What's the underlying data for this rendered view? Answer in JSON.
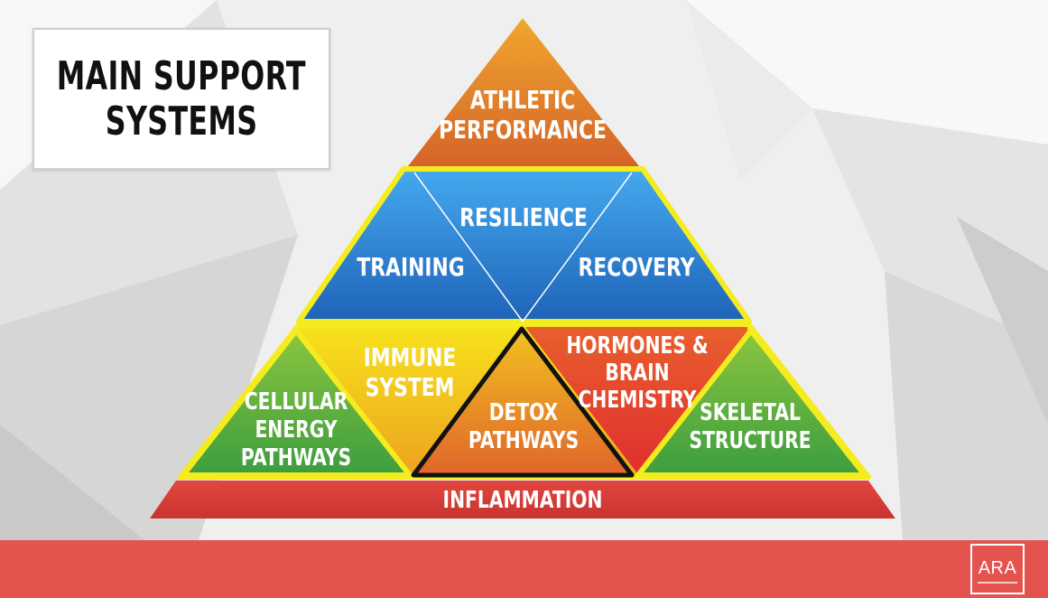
{
  "title": {
    "line1": "MAIN SUPPORT",
    "line2": "SYSTEMS"
  },
  "pyramid": {
    "top": {
      "line1": "ATHLETIC",
      "line2": "PERFORMANCE"
    },
    "middle": {
      "left": "TRAINING",
      "center": "RESILIENCE",
      "right": "RECOVERY"
    },
    "lower": {
      "cellular": {
        "line1": "CELLULAR",
        "line2": "ENERGY",
        "line3": "PATHWAYS"
      },
      "immune": {
        "line1": "IMMUNE",
        "line2": "SYSTEM"
      },
      "detox": {
        "line1": "DETOX",
        "line2": "PATHWAYS"
      },
      "hormones": {
        "line1": "HORMONES &",
        "line2": "BRAIN",
        "line3": "CHEMISTRY"
      },
      "skeletal": {
        "line1": "SKELETAL",
        "line2": "STRUCTURE"
      }
    },
    "base": "INFLAMMATION"
  },
  "logo": {
    "text": "ARA"
  },
  "colors": {
    "footer": "#e5534f",
    "orange": "#e0782a",
    "blue": "#2f86d6",
    "yellow": "#f1d11b",
    "red": "#e23b2b",
    "green": "#5aa640",
    "base_red": "#d9433b",
    "outline_yellow": "#f4ec1f"
  }
}
